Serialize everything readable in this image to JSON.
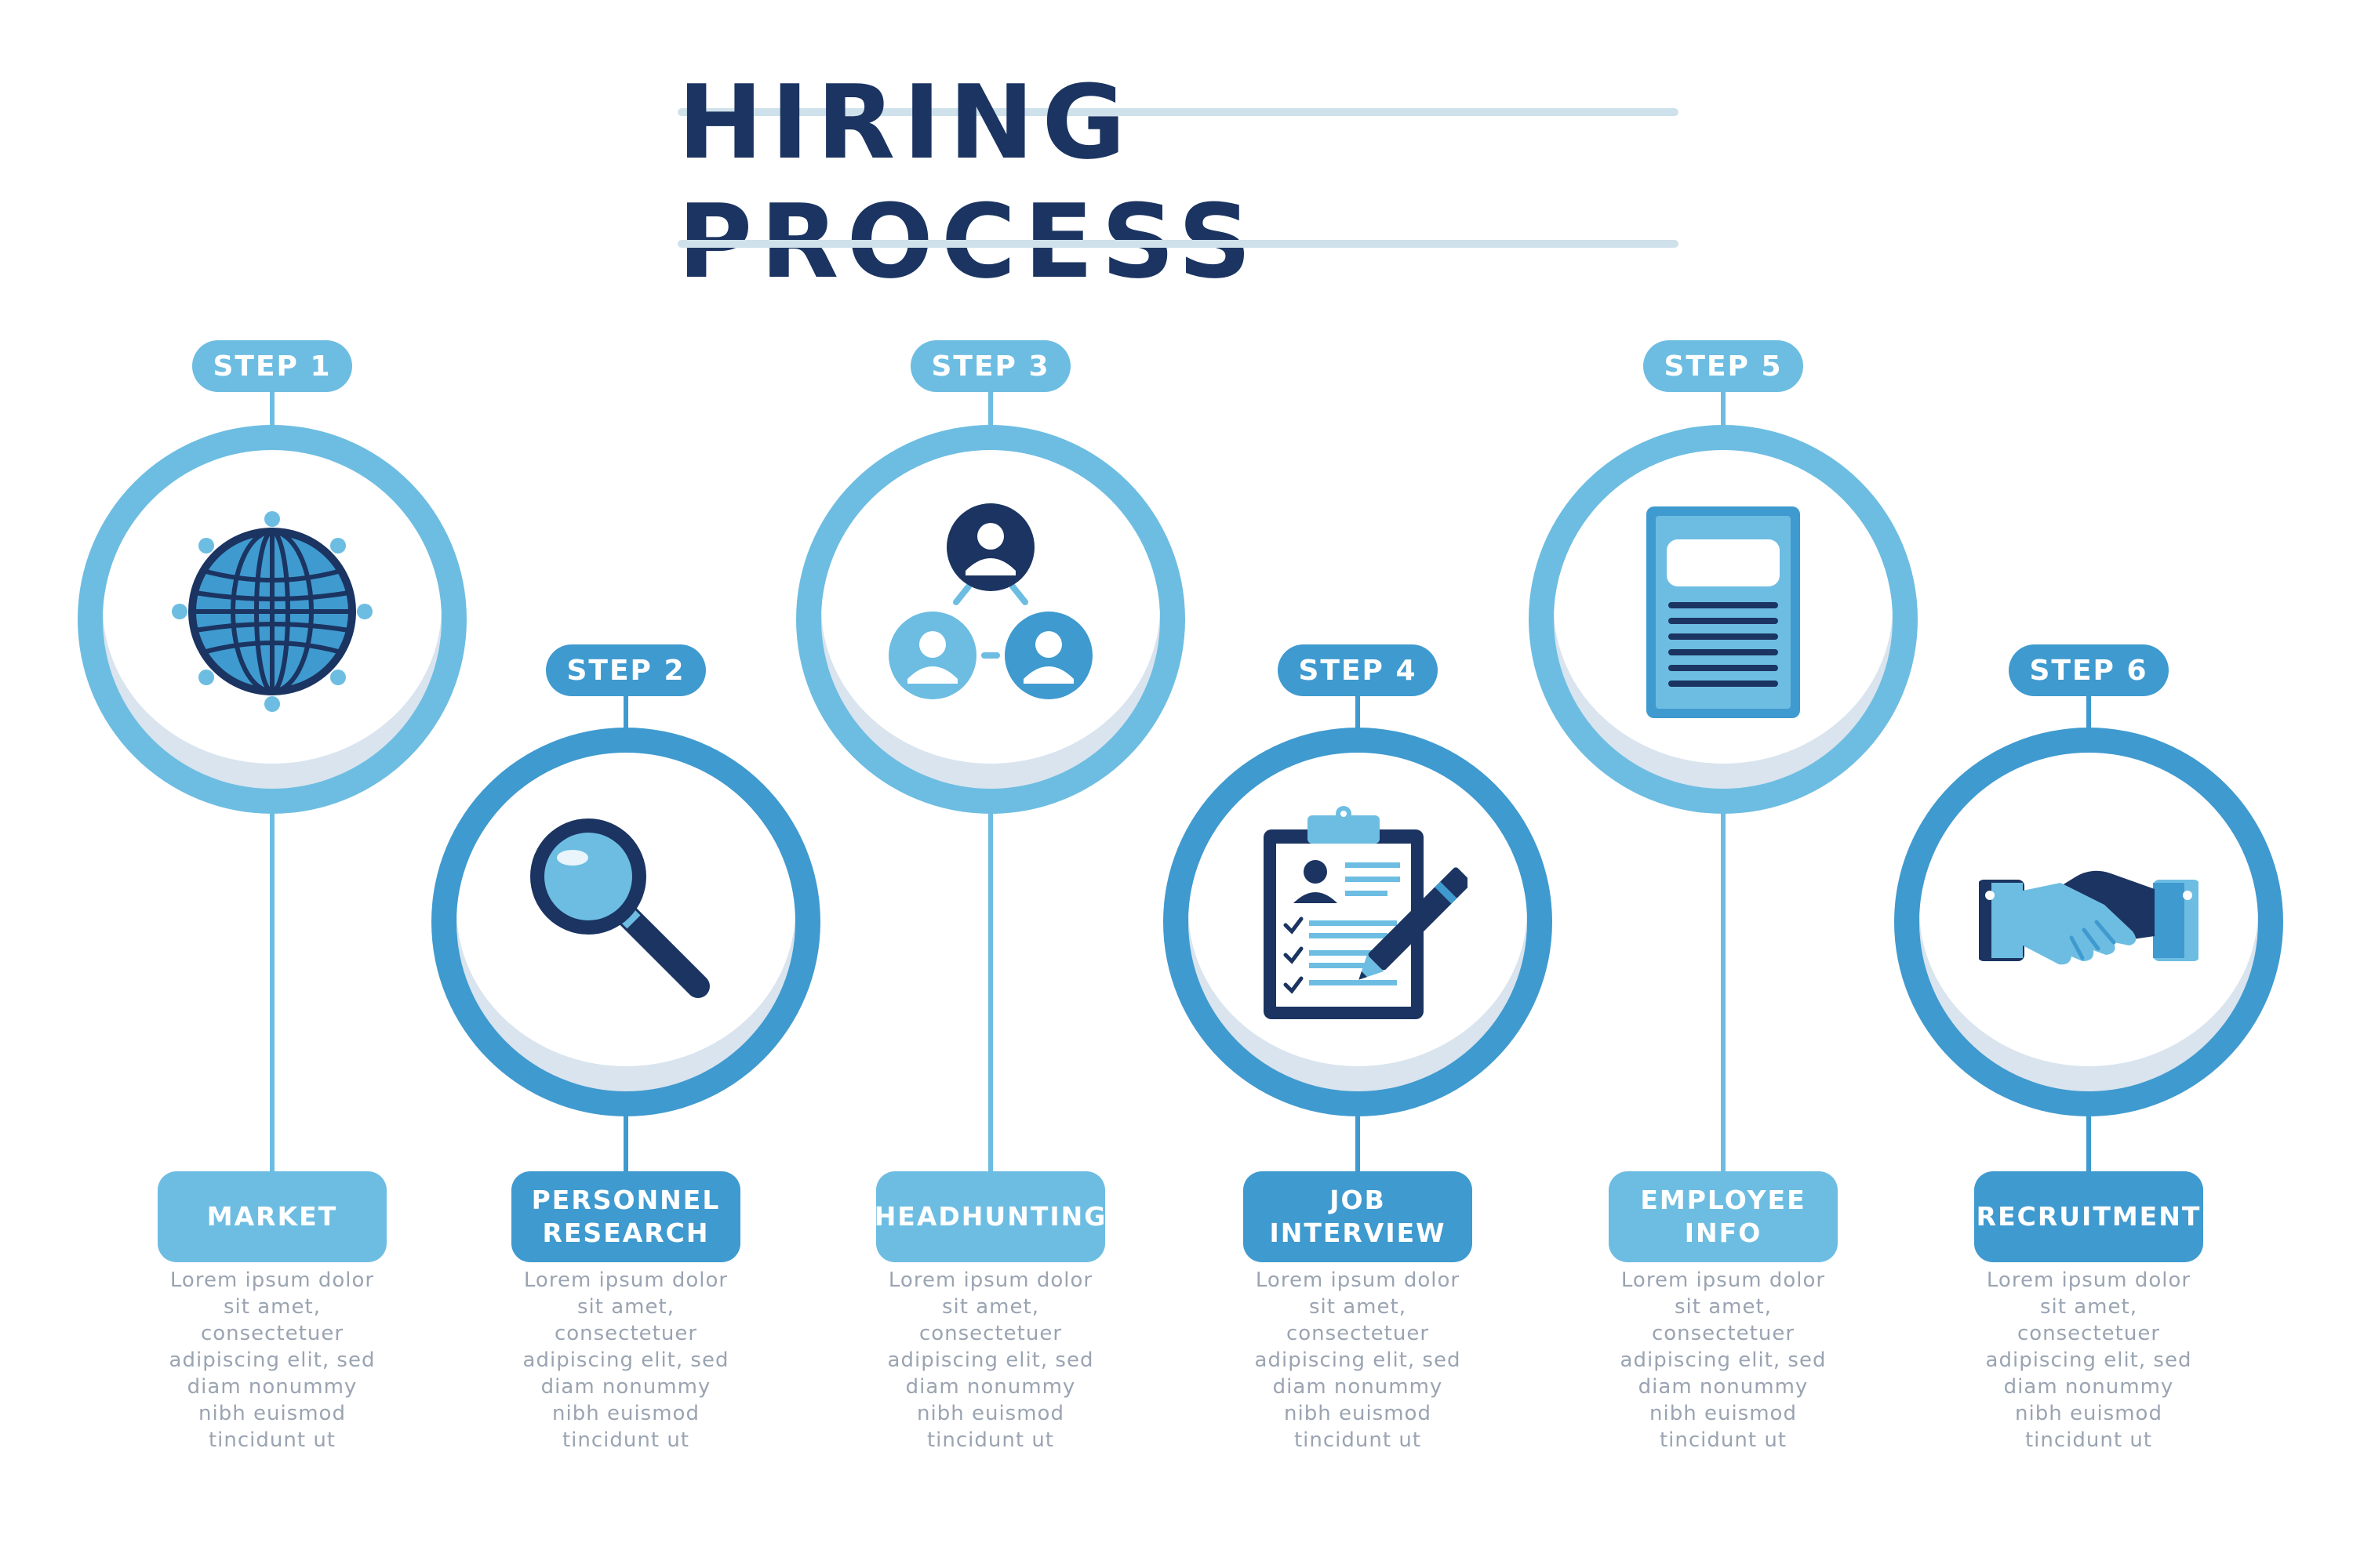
{
  "title": "HIRING PROCESS",
  "colors": {
    "navy": "#1b3461",
    "light_blue": "#6dbde2",
    "mid_blue": "#3f9acf",
    "pale_blue": "#d9e4ee",
    "muted_text": "#9aa4b2"
  },
  "steps": [
    {
      "badge": "STEP 1",
      "label": "MARKET",
      "description": "Lorem ipsum dolor\nsit amet,\nconsectetuer\nadipiscing elit, sed\ndiam nonummy\nnibh euismod\ntincidunt ut",
      "icon": "globe-icon"
    },
    {
      "badge": "STEP 2",
      "label": "PERSONNEL\nRESEARCH",
      "description": "Lorem ipsum dolor\nsit amet,\nconsectetuer\nadipiscing elit, sed\ndiam nonummy\nnibh euismod\ntincidunt ut",
      "icon": "magnifier-icon"
    },
    {
      "badge": "STEP 3",
      "label": "HEADHUNTING",
      "description": "Lorem ipsum dolor\nsit amet,\nconsectetuer\nadipiscing elit, sed\ndiam nonummy\nnibh euismod\ntincidunt ut",
      "icon": "people-network-icon"
    },
    {
      "badge": "STEP 4",
      "label": "JOB\nINTERVIEW",
      "description": "Lorem ipsum dolor\nsit amet,\nconsectetuer\nadipiscing elit, sed\ndiam nonummy\nnibh euismod\ntincidunt ut",
      "icon": "clipboard-pencil-icon"
    },
    {
      "badge": "STEP 5",
      "label": "EMPLOYEE\nINFO",
      "description": "Lorem ipsum dolor\nsit amet,\nconsectetuer\nadipiscing elit, sed\ndiam nonummy\nnibh euismod\ntincidunt ut",
      "icon": "document-icon"
    },
    {
      "badge": "STEP 6",
      "label": "RECRUITMENT",
      "description": "Lorem ipsum dolor\nsit amet,\nconsectetuer\nadipiscing elit, sed\ndiam nonummy\nnibh euismod\ntincidunt ut",
      "icon": "handshake-icon"
    }
  ]
}
